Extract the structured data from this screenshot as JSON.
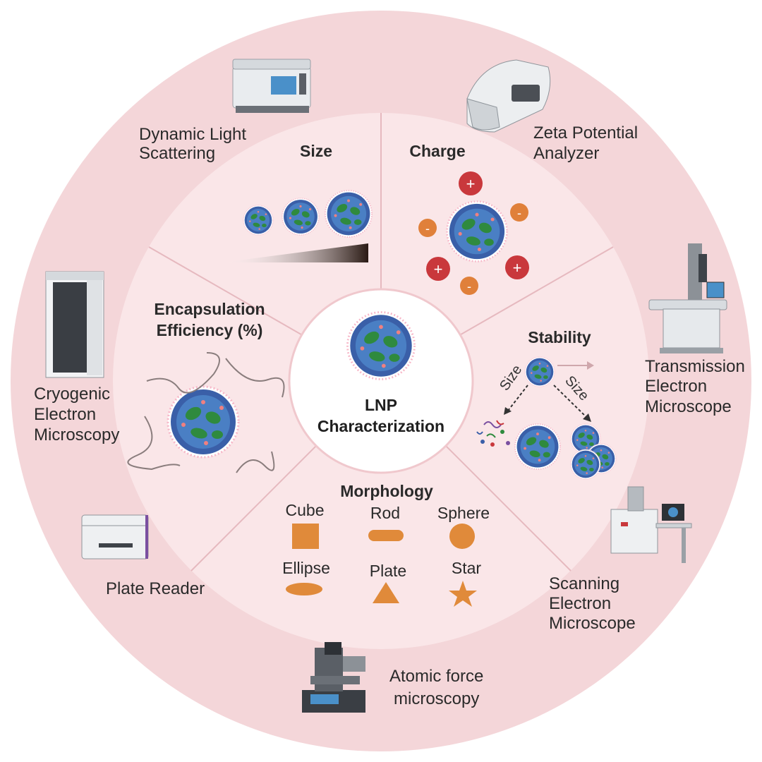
{
  "colors": {
    "outer_ring": "#f4d6d9",
    "inner_disc": "#fae6e8",
    "divider": "#e6b9bf",
    "shape_fill": "#e08a3a",
    "charge_positive": "#c9383c",
    "charge_negative": "#e0803a",
    "lnp_shell": "#3a5fa8",
    "lnp_core": "#4a7fc4",
    "lnp_cargo": "#2f8a3e"
  },
  "center": {
    "line1": "LNP",
    "line2": "Characterization"
  },
  "sectors": {
    "size": {
      "title": "Size"
    },
    "charge": {
      "title": "Charge",
      "positive_sign": "+",
      "negative_sign": "-"
    },
    "stability": {
      "title": "Stability",
      "arrow_label": "Size"
    },
    "morphology": {
      "title": "Morphology",
      "shapes": [
        "Cube",
        "Rod",
        "Sphere",
        "Ellipse",
        "Plate",
        "Star"
      ]
    },
    "encapsulation": {
      "title_line1": "Encapsulation",
      "title_line2": "Efficiency (%)"
    }
  },
  "instruments": {
    "dls": [
      "Dynamic Light",
      "Scattering"
    ],
    "zeta": [
      "Zeta Potential",
      "Analyzer"
    ],
    "tem": [
      "Transmission",
      "Electron",
      "Microscope"
    ],
    "sem": [
      "Scanning",
      "Electron",
      "Microscope"
    ],
    "afm": [
      "Atomic force",
      "microscopy"
    ],
    "plate": [
      "Plate Reader"
    ],
    "cryo": [
      "Cryogenic",
      "Electron",
      "Microscopy"
    ]
  }
}
